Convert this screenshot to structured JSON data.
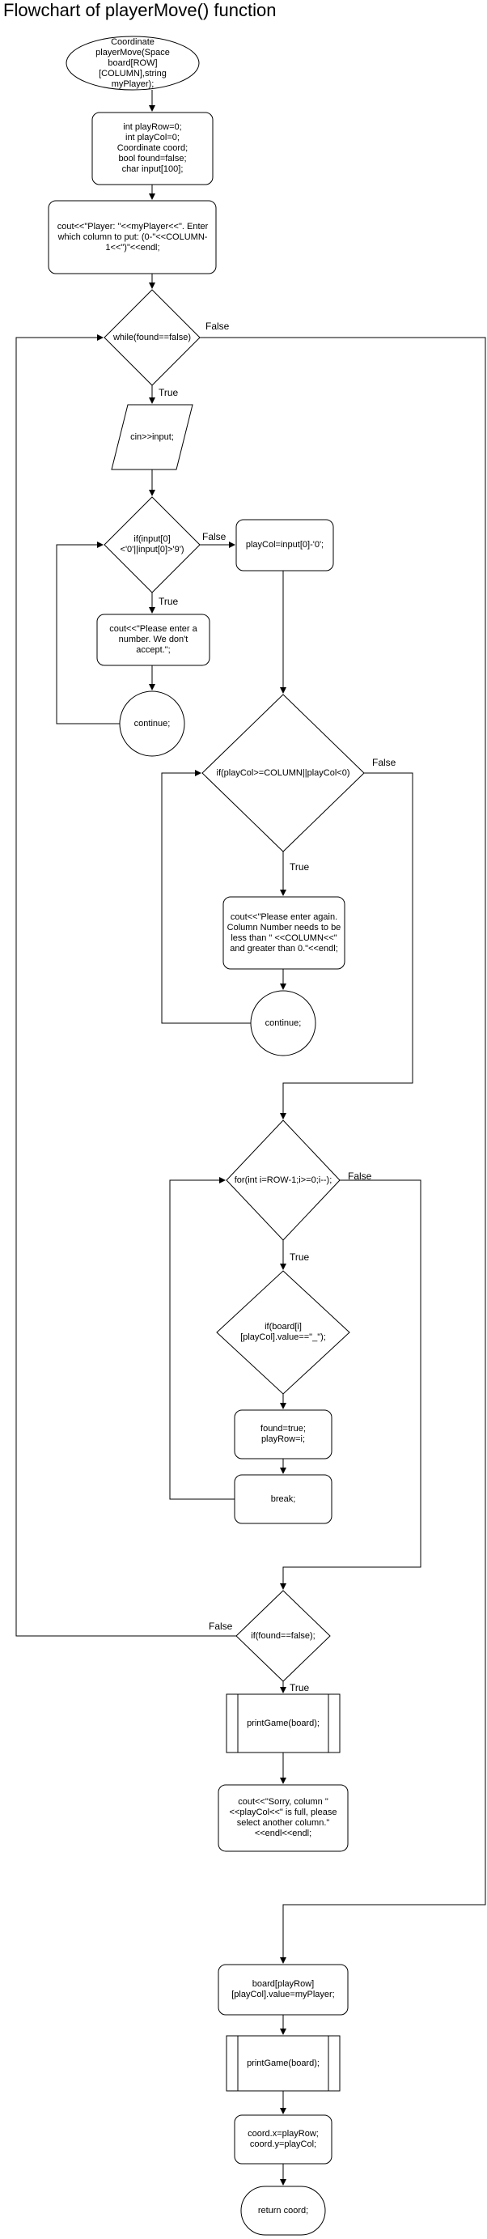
{
  "title": "Flowchart of playerMove() function",
  "nodes": {
    "start": "Coordinate playerMove(Space board[ROW][COLUMN],string myPlayer);",
    "decl": "int playRow=0;\nint playCol=0;\nCoordinate coord;\nbool found=false;\nchar input[100];",
    "prompt": "cout<<\"Player: \"<<myPlayer<<\". Enter which column to put: (0-\"<<COLUMN-1<<\")\"<<endl;",
    "while": "while(found==false)",
    "cin": "cin>>input;",
    "ifinput": "if(input[0] <'0'||input[0]>'9')",
    "playcol": "playCol=input[0]-'0';",
    "enternum": "cout<<\"Please enter a number. We don't accept.\";",
    "cont1": "continue;",
    "ifrange": "if(playCol>=COLUMN||playCol<0)",
    "enteragain": "cout<<\"Please enter again. Column Number needs to be less than \" <<COLUMN<<\" and greater than 0.\"<<endl;",
    "cont2": "continue;",
    "for": "for(int i=ROW-1;i>=0;i--);",
    "ifboard": "if(board[i][playCol].value==\"_\");",
    "found": "found=true;\nplayRow=i;",
    "break": "break;",
    "iffound": "if(found==false);",
    "print1": "printGame(board);",
    "sorry": "cout<<\"Sorry, column \" <<playCol<<\" is full, please select another column.\" <<endl<<endl;",
    "assign": "board[playRow][playCol].value=myPlayer;",
    "print2": "printGame(board);",
    "coord": "coord.x=playRow;\ncoord.y=playCol;",
    "return": "return coord;"
  },
  "labels": {
    "while_false": "False",
    "while_true": "True",
    "ifinput_false": "False",
    "ifinput_true": "True",
    "ifrange_false": "False",
    "ifrange_true": "True",
    "for_false": "False",
    "for_true": "True",
    "iffound_false": "False",
    "iffound_true": "True"
  }
}
